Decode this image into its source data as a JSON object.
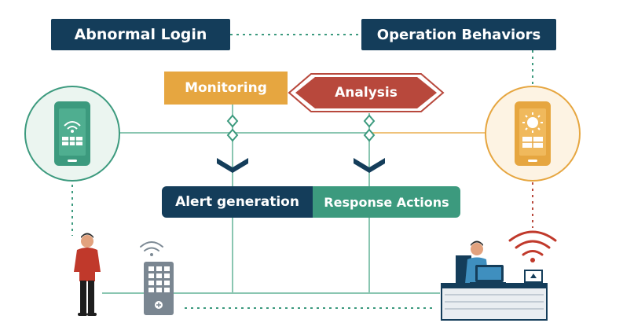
{
  "labels": {
    "abnormal_login": "Abnormal Login",
    "operation_behaviors": "Operation Behaviors",
    "monitoring": "Monitoring",
    "analysis": "Analysis",
    "alert_generation": "Alert generation",
    "response_actions": "Response Actions"
  },
  "colors": {
    "navy": "#143d5a",
    "teal": "#3c9a7e",
    "orange": "#e6a640",
    "red": "#b8483c",
    "line_green": "#8ac6b1",
    "line_orange": "#efc27a"
  },
  "icons": [
    "phone-wifi-icon",
    "phone-sun-icon",
    "person-icon",
    "wifi-icon",
    "keypad-device-icon",
    "operator-at-desk-icon",
    "laptop-icon",
    "wifi-signal-red-icon",
    "diamond-node-icon",
    "chevron-down-icon"
  ]
}
